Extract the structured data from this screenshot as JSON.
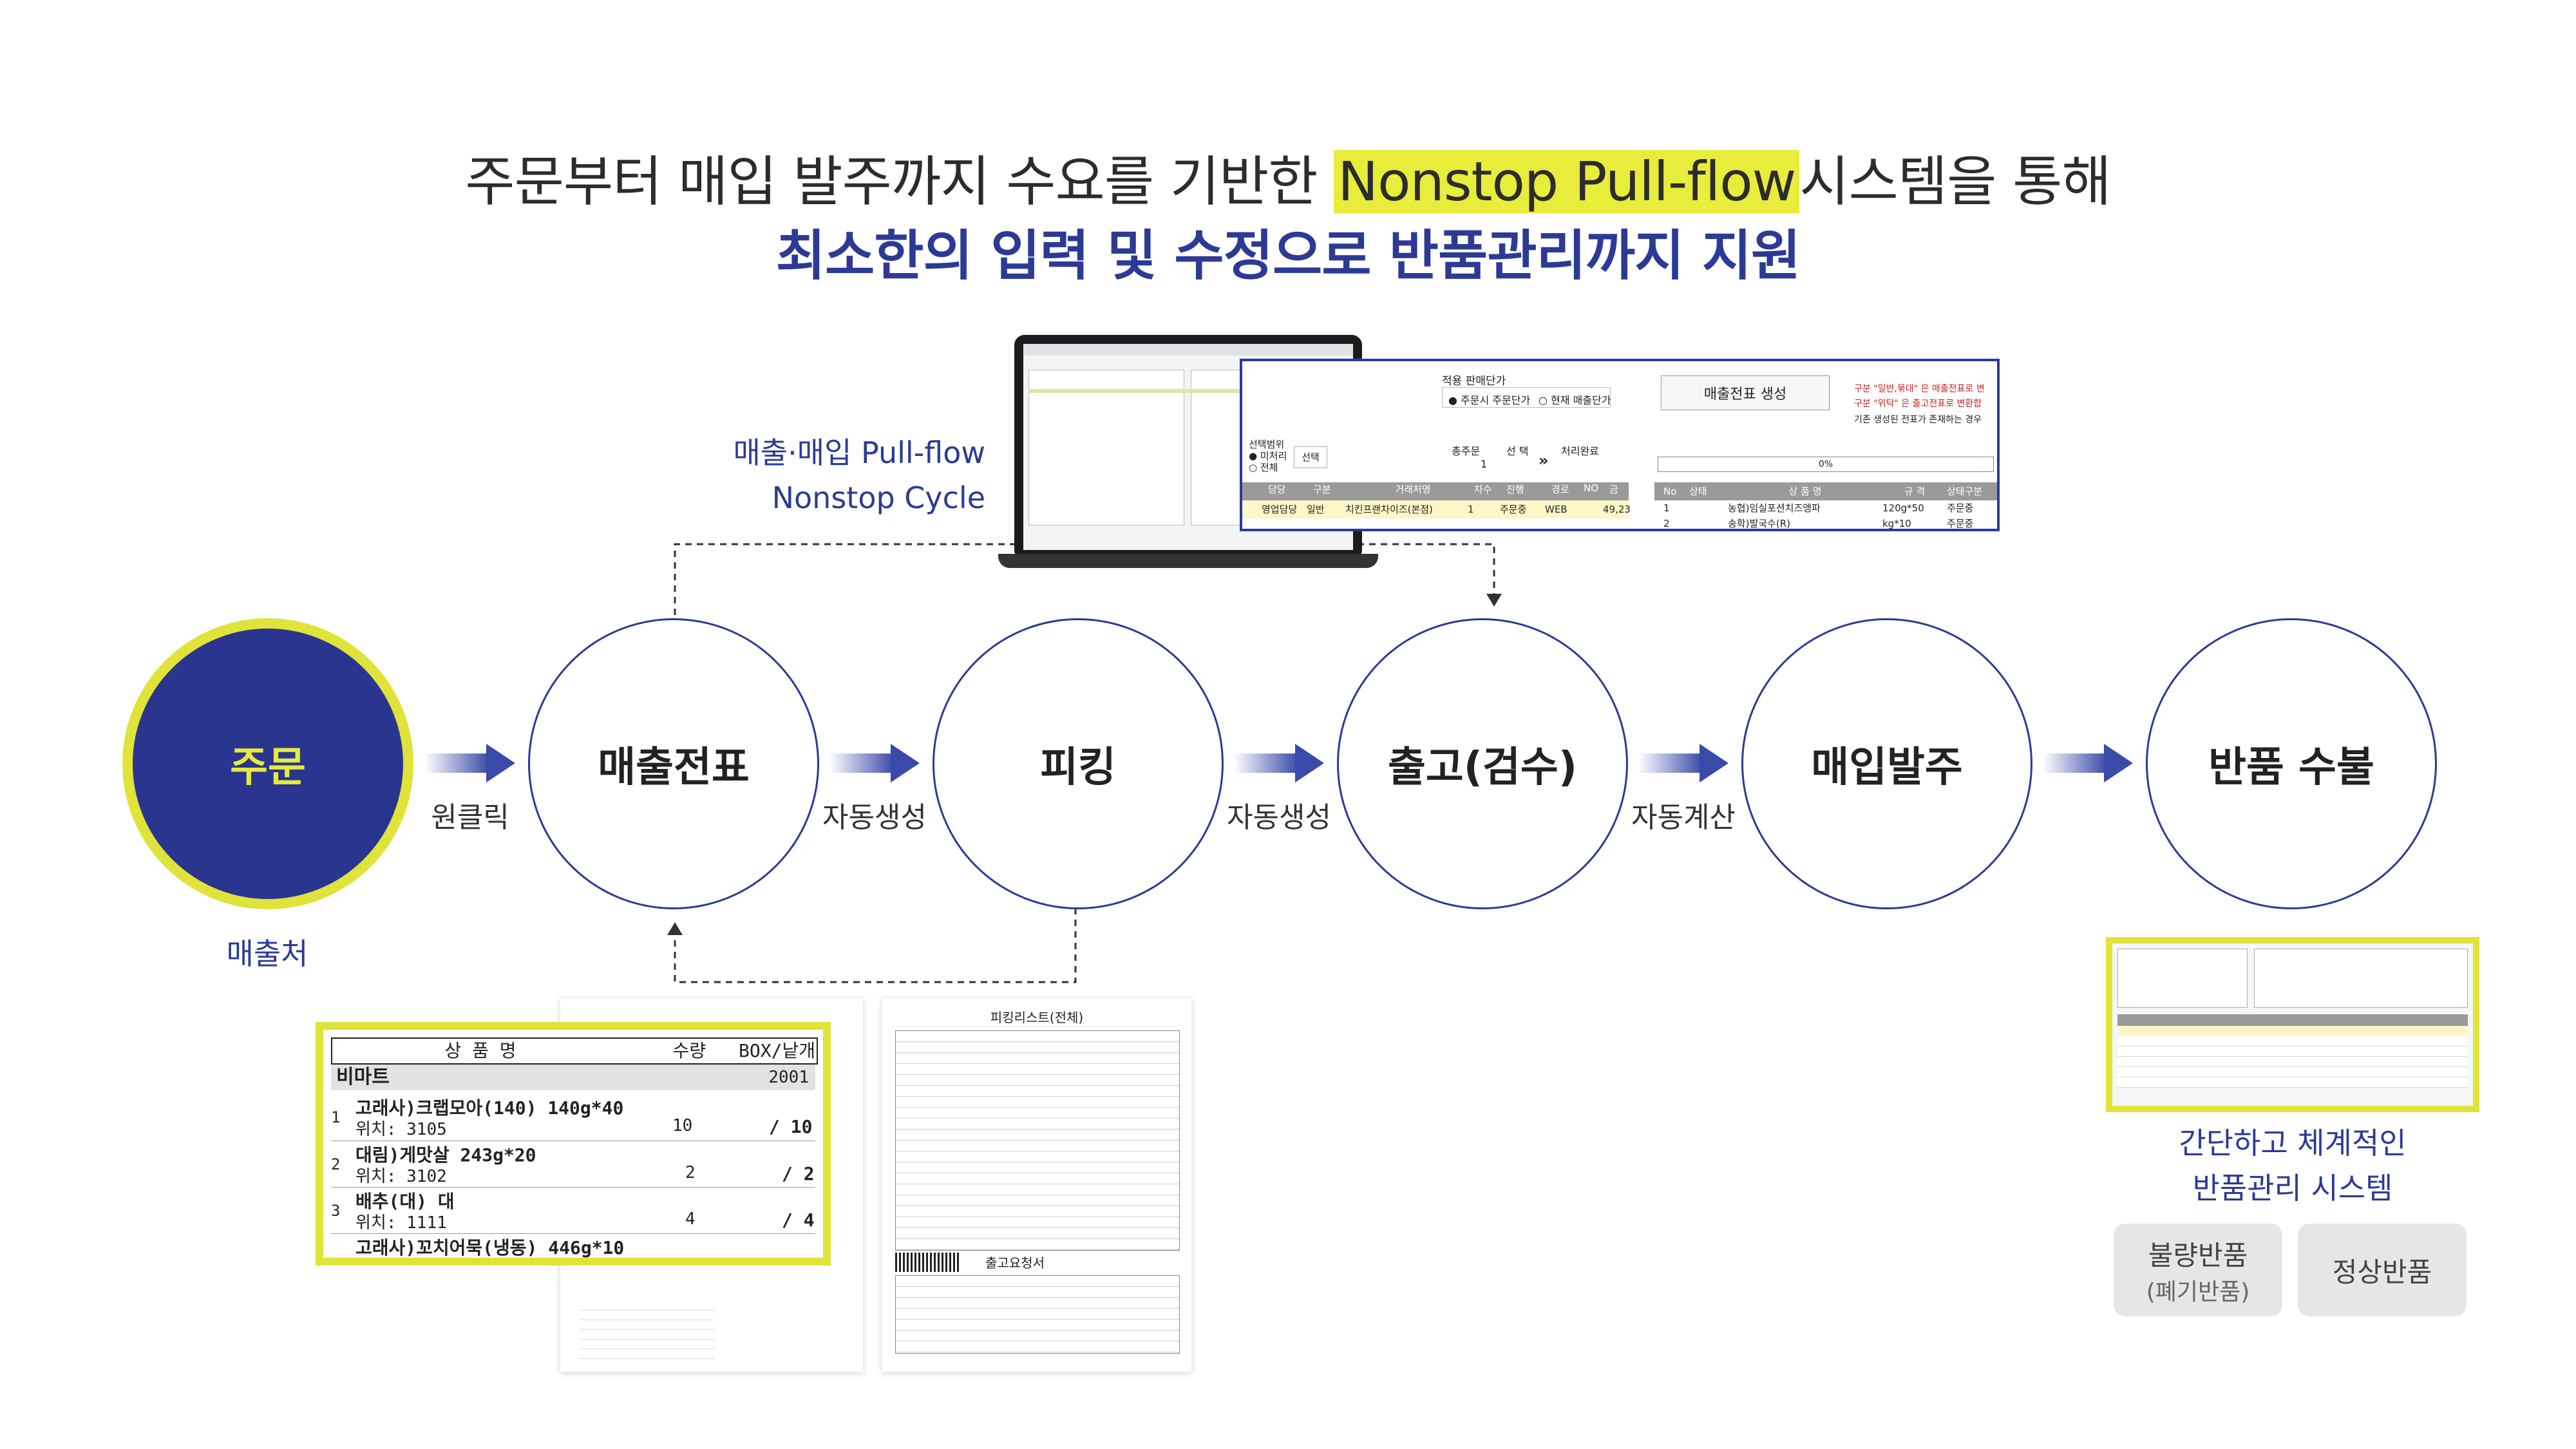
{
  "headline": {
    "line1_pre": "주문부터 매입 발주까지 수요를 기반한 ",
    "line1_highlight": "Nonstop Pull-flow",
    "line1_post": "시스템을 통해",
    "line2": "최소한의 입력 및 수정으로 반품관리까지 지원"
  },
  "cycle_label": {
    "line1": "매출·매입 Pull-flow",
    "line2": "Nonstop Cycle"
  },
  "steps": [
    {
      "label": "주문"
    },
    {
      "label": "매출전표"
    },
    {
      "label": "피킹"
    },
    {
      "label": "출고(검수)"
    },
    {
      "label": "매입발주"
    },
    {
      "label": "반품 수불"
    }
  ],
  "connectors": [
    "원클릭",
    "자동생성",
    "자동생성",
    "자동계산"
  ],
  "customer_label": "매출처",
  "returns_caption": {
    "line1": "간단하고 체계적인",
    "line2": "반품관리 시스템"
  },
  "return_types": [
    {
      "label": "불량반품",
      "sub": "(폐기반품)"
    },
    {
      "label": "정상반품"
    }
  ],
  "sales_window": {
    "price_group": "적용 판매단가",
    "radio_order": "주문시 주문단가",
    "radio_current": "현재 매출단가",
    "create_button": "매출전표 생성",
    "note1": "구분 \"일반,묶대\" 은 매출전표로 변",
    "note2": "구분 \"위탁\" 은 출고전표로 변환합",
    "note3": "기존 생성된 전표가 존재하는 경우",
    "total_label": "총주문",
    "total_value": "1",
    "select_label": "선 택",
    "done_label": "처리완료",
    "progress": "0%",
    "range_label": "선택범위",
    "range_opt1": "미처리",
    "range_opt2": "전체",
    "select_button": "선택",
    "left_headers": [
      "담당",
      "구분",
      "거래처명",
      "차수",
      "진행",
      "경로",
      "NO",
      "금"
    ],
    "left_row": [
      "영업담당",
      "일반",
      "치킨프랜차이즈(본점)",
      "1",
      "주문중",
      "WEB",
      "",
      "49,23"
    ],
    "right_headers": [
      "No",
      "상태",
      "상 품 명",
      "규 격",
      "상태구분"
    ],
    "right_rows": [
      [
        "1",
        "",
        "농협)임실포션치즈앵파",
        "120g*50",
        "주문중"
      ],
      [
        "2",
        "",
        "송학)발국수(R)",
        "kg*10",
        "주문중"
      ]
    ]
  },
  "picking_sheet": {
    "headers": [
      "상 품 명",
      "수량",
      "BOX/낱개"
    ],
    "group": "비마트",
    "group_code": "2001",
    "items": [
      {
        "no": "1",
        "name": "고래사)크랩모아(140) 140g*40",
        "loc": "위치: 3105",
        "qty": "10",
        "box": "/ 10"
      },
      {
        "no": "2",
        "name": "대림)게맛살 243g*20",
        "loc": "위치: 3102",
        "qty": "2",
        "box": "/ 2"
      },
      {
        "no": "3",
        "name": "배추(대) 대",
        "loc": "위치: 1111",
        "qty": "4",
        "box": "/ 4"
      },
      {
        "no": "",
        "name": "고래사)꼬치어묵(냉동) 446g*10",
        "loc": "",
        "qty": "",
        "box": ""
      }
    ]
  },
  "doc_titles": {
    "picking_list": "피킹리스트(전체)",
    "shipment": "출고요청서"
  },
  "colors": {
    "navy": "#2c3a96",
    "yellow": "#e6ea3c",
    "arrow": "#3a4aa8"
  }
}
